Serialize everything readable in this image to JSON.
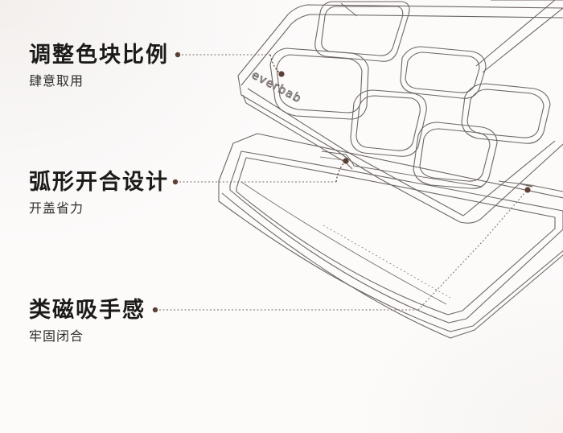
{
  "features": [
    {
      "title": "调整色块比例",
      "subtitle": "肆意取用"
    },
    {
      "title": "弧形开合设计",
      "subtitle": "开盖省力"
    },
    {
      "title": "类磁吸手感",
      "subtitle": "牢固闭合"
    }
  ],
  "product": {
    "brand_mark": "everbab"
  },
  "colors": {
    "outline": "#6e6663",
    "leader_dot": "#5b4036",
    "title_text": "#1c1b1a"
  }
}
